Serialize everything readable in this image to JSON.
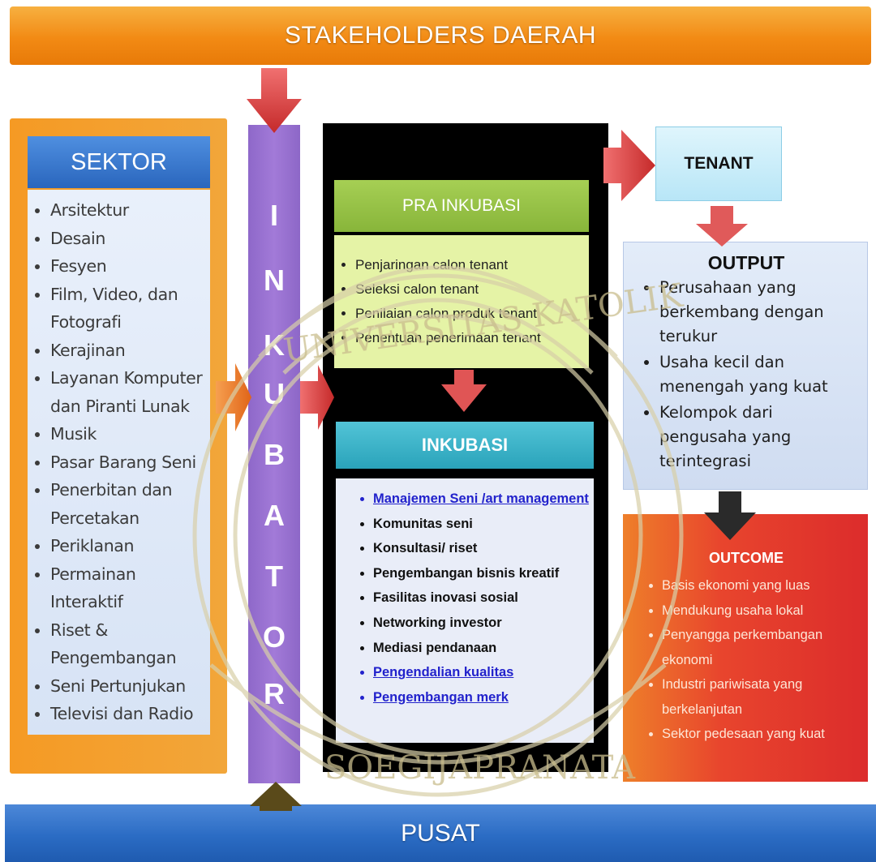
{
  "top_bar": "STAKEHOLDERS DAERAH",
  "bottom_bar": "PUSAT",
  "sektor": {
    "title": "SEKTOR",
    "items": [
      "Arsitektur",
      "Desain",
      "Fesyen",
      "Film, Video, dan Fotografi",
      "Kerajinan",
      "Layanan Komputer dan Piranti Lunak",
      "Musik",
      "Pasar Barang Seni",
      "Penerbitan dan Percetakan",
      "Periklanan",
      "Permainan Interaktif",
      "Riset & Pengembangan",
      "Seni Pertunjukan",
      "Televisi dan Radio"
    ]
  },
  "inkubator_letters": [
    "I",
    "N",
    "K",
    "U",
    "B",
    "A",
    "T",
    "O",
    "R"
  ],
  "pra_inkubasi": {
    "title": "PRA INKUBASI",
    "items": [
      "Penjaringan calon tenant",
      "Seleksi calon tenant",
      "Penilaian calon produk tenant",
      "Penentuan penerimaan tenant"
    ]
  },
  "inkubasi": {
    "title": "INKUBASI",
    "items": [
      {
        "text": "Manajemen Seni /art management",
        "link": true
      },
      {
        "text": "Komunitas seni",
        "link": false
      },
      {
        "text": "Konsultasi/ riset",
        "link": false
      },
      {
        "text": "Pengembangan bisnis kreatif",
        "link": false
      },
      {
        "text": "Fasilitas inovasi sosial",
        "link": false
      },
      {
        "text": "Networking investor",
        "link": false
      },
      {
        "text": "Mediasi pendanaan",
        "link": false
      },
      {
        "text": "Pengendalian kualitas",
        "link": true
      },
      {
        "text": "Pengembangan merk",
        "link": true
      }
    ]
  },
  "tenant": "TENANT",
  "output": {
    "title": "OUTPUT",
    "items": [
      "Perusahaan yang berkembang dengan terukur",
      "Usaha kecil dan menengah yang kuat",
      "Kelompok dari pengusaha yang terintegrasi"
    ]
  },
  "outcome": {
    "title": "OUTCOME",
    "items": [
      "Basis ekonomi  yang luas",
      "Mendukung usaha lokal",
      "Penyangga perkembangan ekonomi",
      "Industri pariwisata yang berkelanjutan",
      "Sektor pedesaan yang kuat"
    ]
  },
  "watermark_text": [
    "UNIVERSITAS KATOLIK",
    "SOEGIJAPRANATA"
  ],
  "colors": {
    "orange": "#f28a14",
    "blue": "#2b6cc4",
    "purple": "#9a74d2",
    "green": "#8fbd42",
    "teal": "#3ab3c9",
    "red": "#dc2c2c"
  }
}
